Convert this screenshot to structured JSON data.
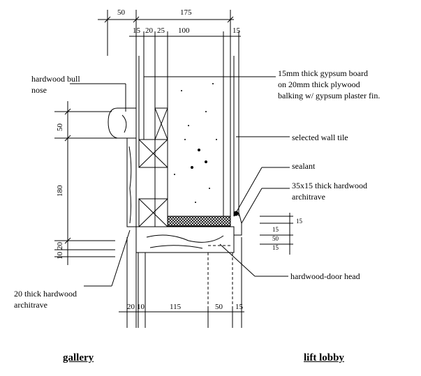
{
  "drawing": {
    "top_dimensions": {
      "overall": [
        "50",
        "175"
      ],
      "detail": [
        "15",
        "20",
        "25",
        "100",
        "15"
      ]
    },
    "bottom_dimensions": [
      "20",
      "10",
      "115",
      "50",
      "15"
    ],
    "left_vertical_dimensions": [
      "50",
      "180",
      "20",
      "10"
    ],
    "right_small_dimensions": [
      "15",
      "15",
      "50",
      "15"
    ],
    "labels": {
      "hardwood_bull_nose": [
        "hardwood bull",
        "nose"
      ],
      "gypsum": [
        "15mm thick gypsum board",
        "on 20mm thick plywood",
        "balking w/ gypsum plaster fin."
      ],
      "wall_tile": "selected wall tile",
      "sealant": "sealant",
      "architrave_right": [
        "35x15 thick hardwood",
        "architrave"
      ],
      "door_head": "hardwood-door head",
      "architrave_left": [
        "20 thick hardwood",
        "architrave"
      ]
    },
    "titles": {
      "left": "gallery",
      "right": "lift lobby"
    }
  }
}
